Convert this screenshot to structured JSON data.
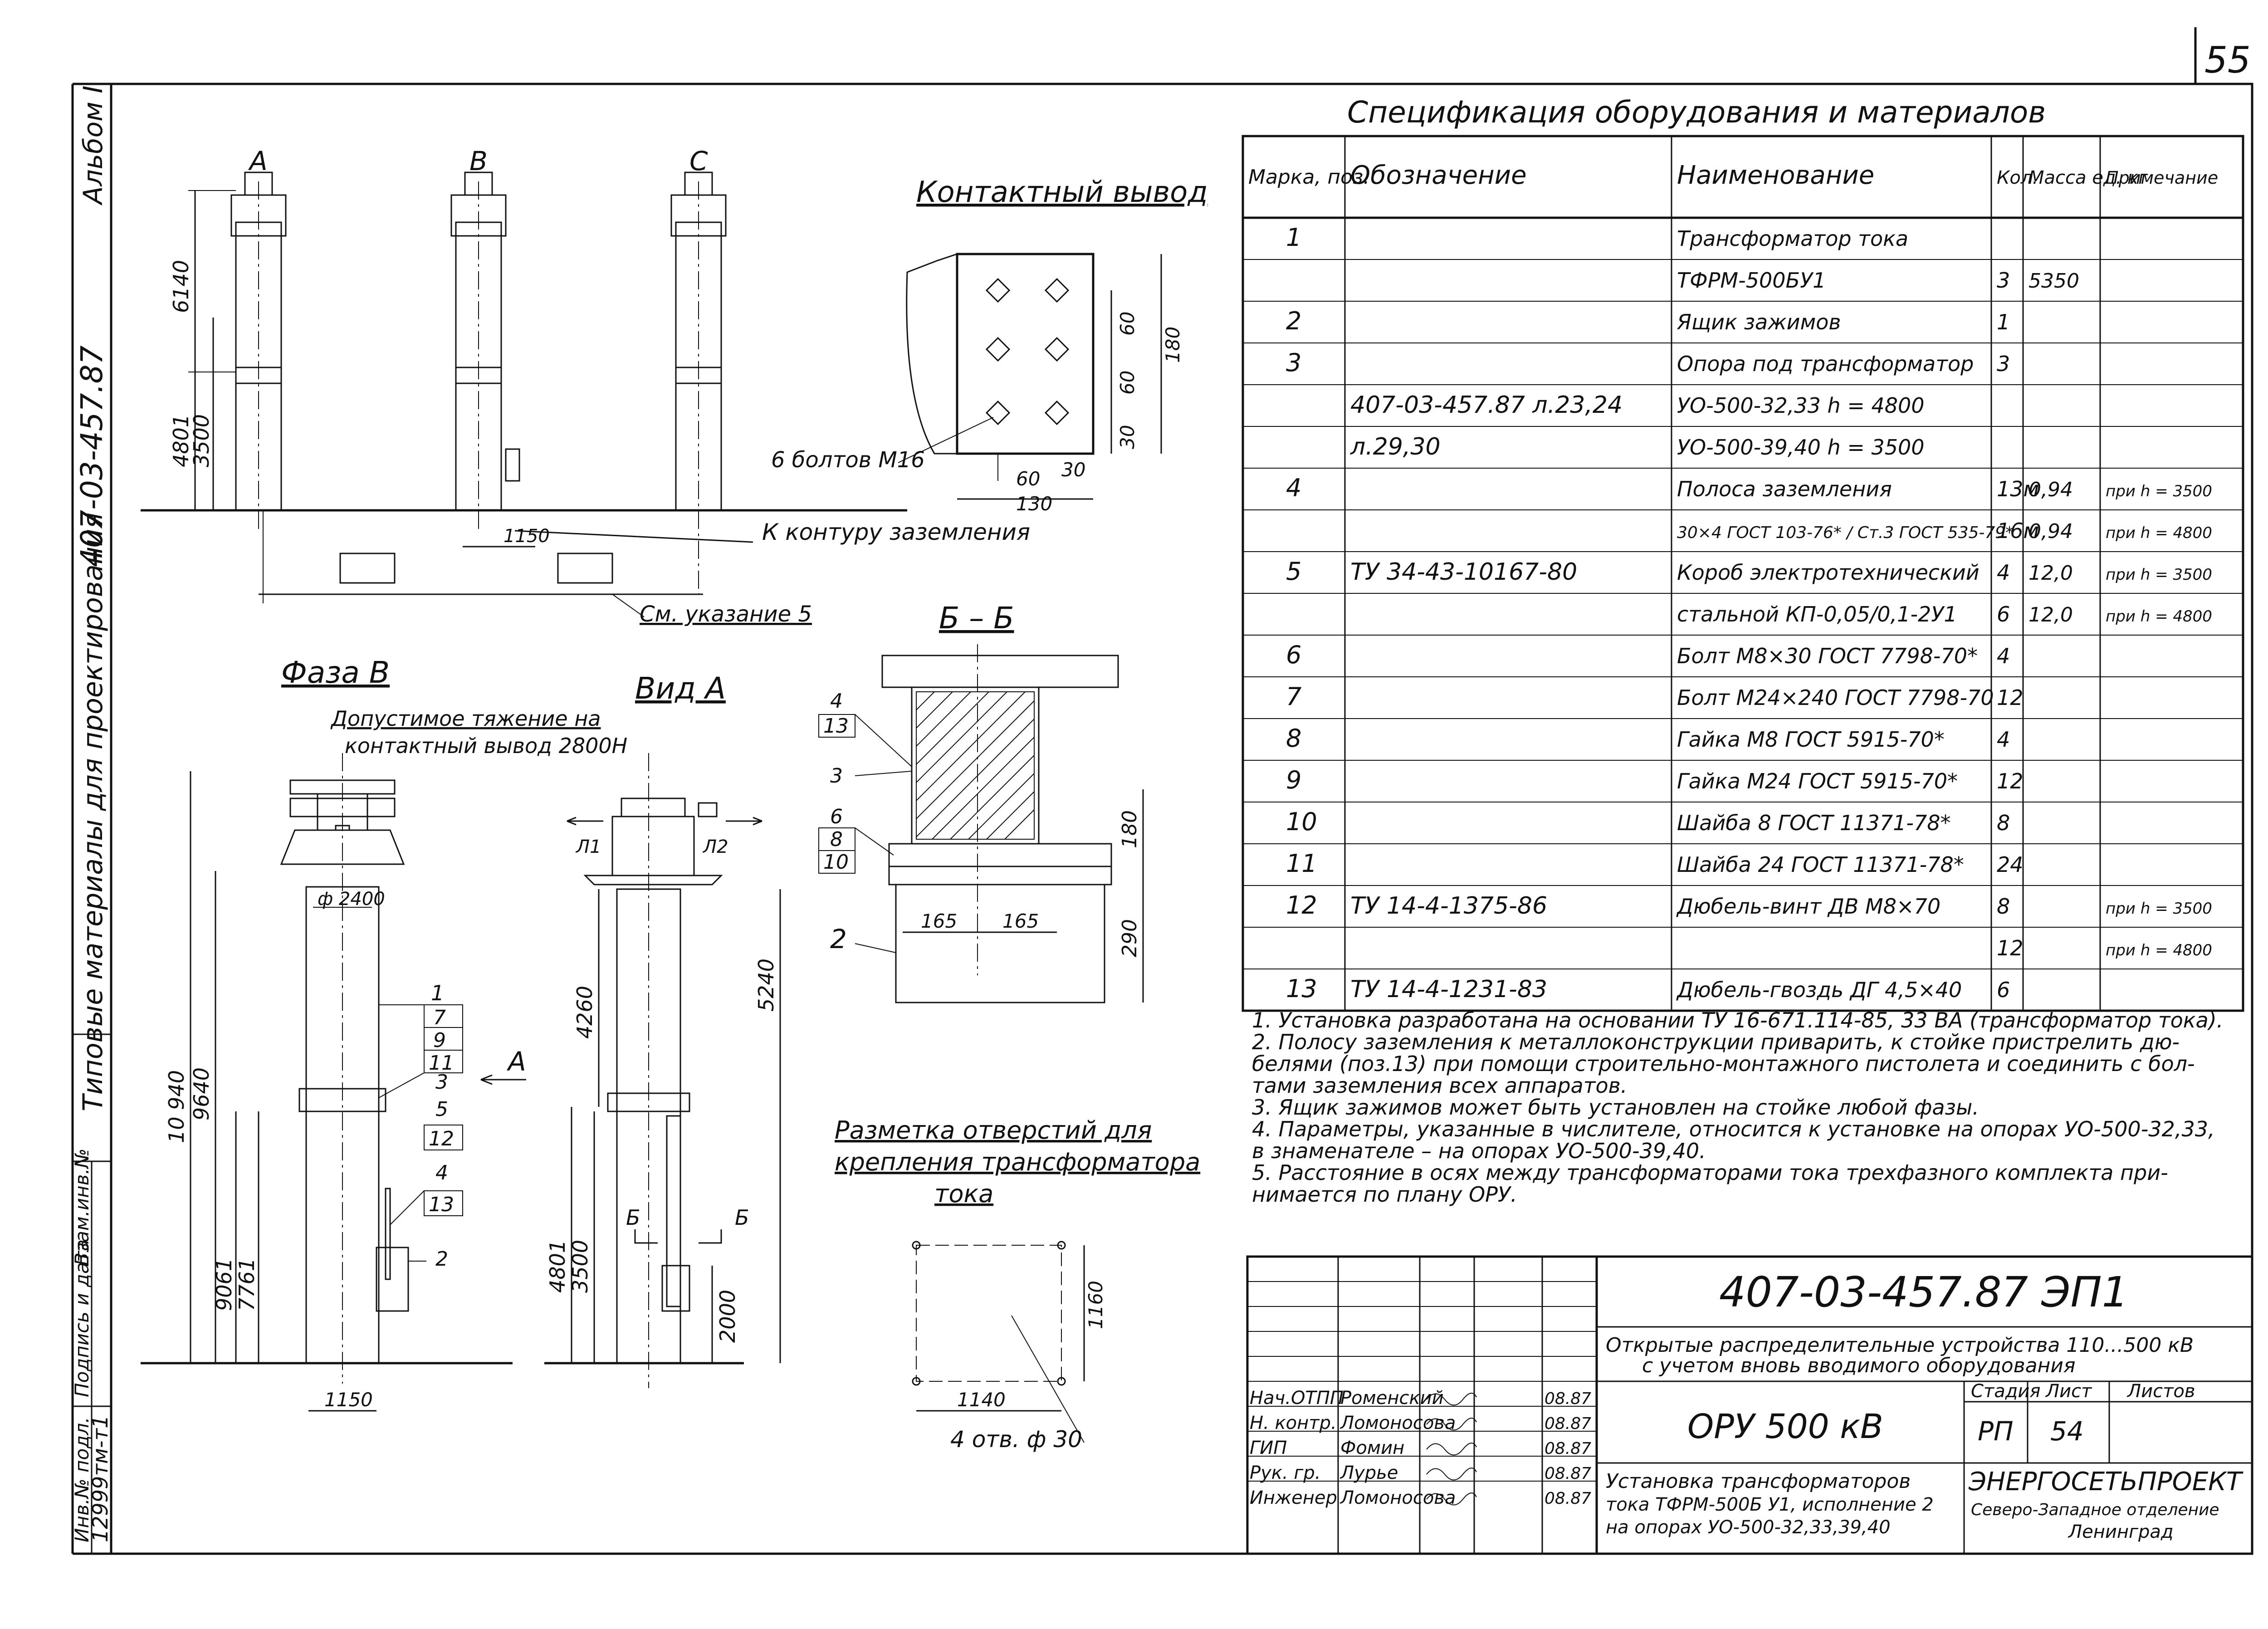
{
  "sheet_number": "55",
  "left_margin": {
    "album": "Альбом I",
    "series": "407-03-457.87",
    "series_title": "Типовые материалы для проектирования",
    "stamp_labels": [
      "Инв.№ подл.",
      "Подпись и дата",
      "Взам.инв.№"
    ],
    "inv_number": "12999тм-т1"
  },
  "views": {
    "phase_labels": [
      "A",
      "B",
      "C"
    ],
    "top_dims": [
      "6140",
      "4801",
      "3500"
    ],
    "ground_dim": "1150",
    "ground_note": "К контуру заземления",
    "see_note": "См. указание 5",
    "contact_title": "Контактный вывод",
    "contact_dims": [
      "60",
      "60",
      "30",
      "180",
      "60",
      "30",
      "130"
    ],
    "bolts_note": "6 болтов М16",
    "phase_b_title": "Фаза В",
    "tension_note": "Допустимое тяжение на контактный вывод 2800Н",
    "diameter": "ф 2400",
    "phase_b_dims": [
      "10 940",
      "9640",
      "9061",
      "7761",
      "1150"
    ],
    "phase_b_callouts": [
      "1",
      "7",
      "9",
      "11",
      "3",
      "5",
      "12",
      "4",
      "13",
      "2"
    ],
    "arrow_a": "A",
    "view_a_title": "Вид А",
    "view_a_terminals": [
      "Л1",
      "Л2"
    ],
    "view_a_dims": [
      "4260",
      "5240",
      "4801",
      "3500",
      "2000"
    ],
    "section_marks": [
      "Б",
      "Б"
    ],
    "section_title": "Б – Б",
    "section_callouts": [
      "4",
      "13",
      "3",
      "6",
      "8",
      "10",
      "2"
    ],
    "section_dims": [
      "180",
      "290",
      "165",
      "165"
    ],
    "marking_title_1": "Разметка отверстий для",
    "marking_title_2": "крепления трансформатора",
    "marking_title_3": "тока",
    "marking_dims": [
      "1160",
      "1140"
    ],
    "marking_holes": "4 отв. ф 30"
  },
  "spec": {
    "title": "Спецификация оборудования и материалов",
    "headers": [
      "Марка, поз.",
      "Обозначение",
      "Наименование",
      "Кол.",
      "Масса ед. кг",
      "Примечание"
    ],
    "rows": [
      [
        "1",
        "",
        "Трансформатор тока",
        "",
        "",
        ""
      ],
      [
        "",
        "",
        "ТФРМ-500БУ1",
        "3",
        "5350",
        ""
      ],
      [
        "2",
        "",
        "Ящик зажимов",
        "1",
        "",
        ""
      ],
      [
        "3",
        "",
        "Опора под трансформатор",
        "3",
        "",
        ""
      ],
      [
        "",
        "407-03-457.87   л.23,24",
        "УО-500-32,33   h = 4800",
        "",
        "",
        ""
      ],
      [
        "",
        "л.29,30",
        "УО-500-39,40   h = 3500",
        "",
        "",
        ""
      ],
      [
        "4",
        "",
        "Полоса заземления",
        "13м",
        "0,94",
        "при h = 3500"
      ],
      [
        "",
        "",
        "30×4 ГОСТ 103-76* / Ст.3 ГОСТ 535-79*",
        "16м",
        "0,94",
        "при h = 4800"
      ],
      [
        "5",
        "ТУ 34-43-10167-80",
        "Короб электротехнический",
        "4",
        "12,0",
        "при h = 3500"
      ],
      [
        "",
        "",
        "стальной КП-0,05/0,1-2У1",
        "6",
        "12,0",
        "при h = 4800"
      ],
      [
        "6",
        "",
        "Болт М8×30 ГОСТ 7798-70*",
        "4",
        "",
        ""
      ],
      [
        "7",
        "",
        "Болт М24×240 ГОСТ 7798-70",
        "12",
        "",
        ""
      ],
      [
        "8",
        "",
        "Гайка М8 ГОСТ 5915-70*",
        "4",
        "",
        ""
      ],
      [
        "9",
        "",
        "Гайка М24 ГОСТ 5915-70*",
        "12",
        "",
        ""
      ],
      [
        "10",
        "",
        "Шайба 8 ГОСТ 11371-78*",
        "8",
        "",
        ""
      ],
      [
        "11",
        "",
        "Шайба 24 ГОСТ 11371-78*",
        "24",
        "",
        ""
      ],
      [
        "12",
        "ТУ 14-4-1375-86",
        "Дюбель-винт ДВ М8×70",
        "8",
        "",
        "при h = 3500"
      ],
      [
        "",
        "",
        "",
        "12",
        "",
        "при h = 4800"
      ],
      [
        "13",
        "ТУ 14-4-1231-83",
        "Дюбель-гвоздь ДГ 4,5×40",
        "6",
        "",
        ""
      ]
    ]
  },
  "notes": [
    "1. Установка разработана на основании ТУ 16-671.114-85, 33 ВА (трансформатор тока).",
    "2. Полосу заземления к металлоконструкции приварить, к стойке пристрелить дю-",
    "   белями (поз.13) при помощи строительно-монтажного пистолета и соединить с бол-",
    "   тами заземления всех аппаратов.",
    "3. Ящик зажимов может быть установлен на стойке любой фазы.",
    "4. Параметры, указанные в числителе, относится к установке на опорах УО-500-32,33,",
    "   в знаменателе – на опорах УО-500-39,40.",
    "5. Расстояние в осях между трансформаторами тока трехфазного комплекта при-",
    "   нимается по плану ОРУ."
  ],
  "title_block": {
    "code": "407-03-457.87   ЭП1",
    "description_1": "Открытые распределительные устройства 110...500 кВ",
    "description_2": "с учетом вновь вводимого оборудования",
    "object": "ОРУ 500 кВ",
    "stage_label": "Стадия",
    "sheet_label": "Лист",
    "sheets_label": "Листов",
    "stage": "РП",
    "sheet": "54",
    "drawing_title_1": "Установка трансформаторов",
    "drawing_title_2": "тока ТФРМ-500Б У1, исполнение 2",
    "drawing_title_3": "на опорах УО-500-32,33,39,40",
    "org_1": "ЭНЕРГОСЕТЬПРОЕКТ",
    "org_2": "Северо-Западное отделение",
    "org_3": "Ленинград",
    "signatures": [
      {
        "role": "Нач.ОТПП",
        "name": "Роменский",
        "date": "08.87"
      },
      {
        "role": "Н. контр.",
        "name": "Ломоносова",
        "date": "08.87"
      },
      {
        "role": "ГИП",
        "name": "Фомин",
        "date": "08.87"
      },
      {
        "role": "Рук. гр.",
        "name": "Лурье",
        "date": "08.87"
      },
      {
        "role": "Инженер",
        "name": "Ломоносова",
        "date": "08.87"
      }
    ]
  }
}
